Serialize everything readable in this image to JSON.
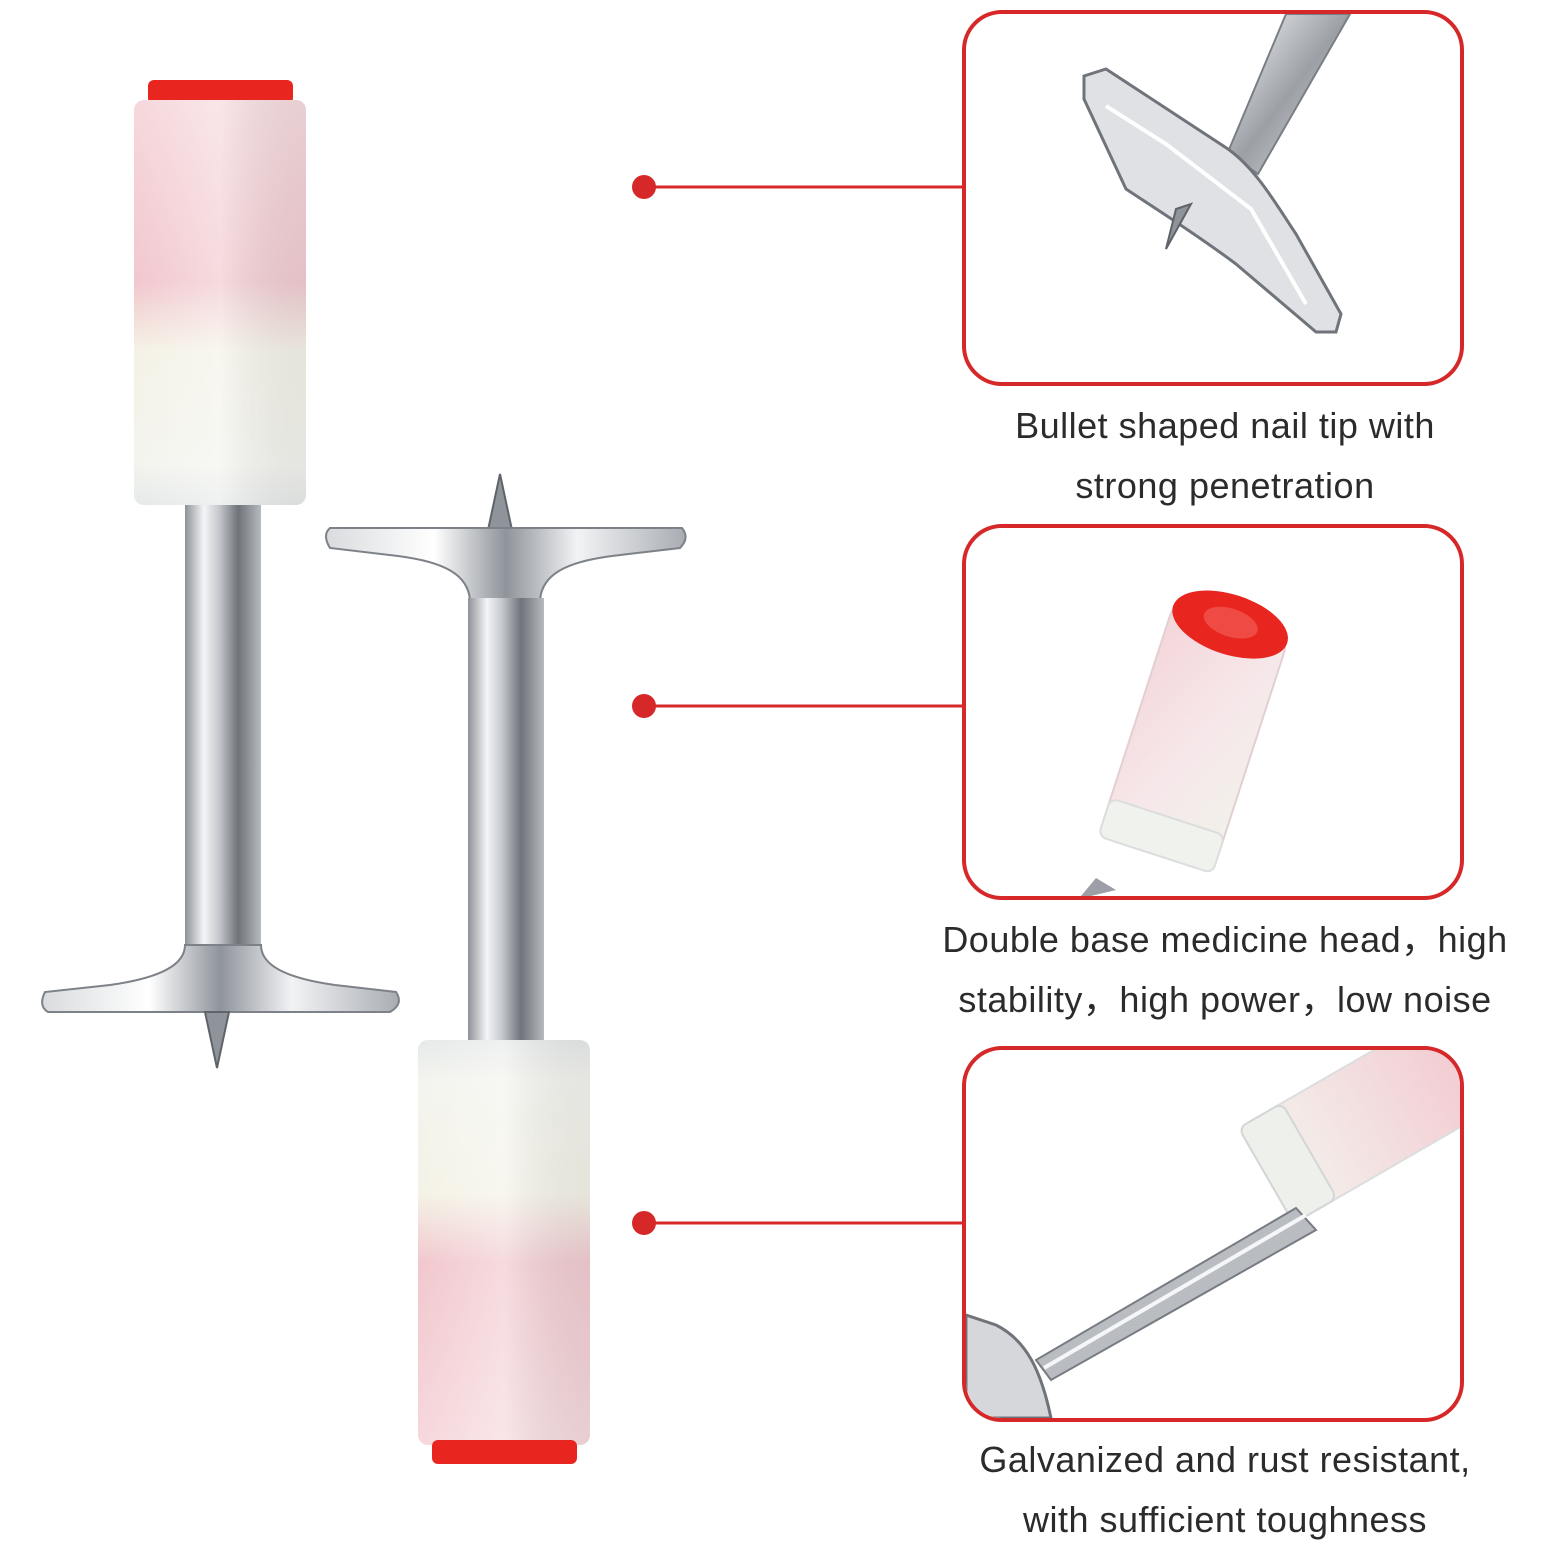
{
  "colors": {
    "accent": "#d62828",
    "cap_red": "#e8251f",
    "tube_pink": "#f2c9cf",
    "tube_white": "#f4f5ec",
    "metal": "#c9ccd1"
  },
  "features": [
    {
      "id": "nail-tip",
      "icon": "washer-disc-closeup",
      "caption_line1": "Bullet shaped nail tip with",
      "caption_line2": "strong penetration"
    },
    {
      "id": "medicine-head",
      "icon": "red-cap-closeup",
      "caption_line1": "Double base medicine head，high",
      "caption_line2": "stability，high power，low noise"
    },
    {
      "id": "galvanized",
      "icon": "shaft-closeup",
      "caption_line1": "Galvanized and rust resistant,",
      "caption_line2": "with sufficient toughness"
    }
  ]
}
